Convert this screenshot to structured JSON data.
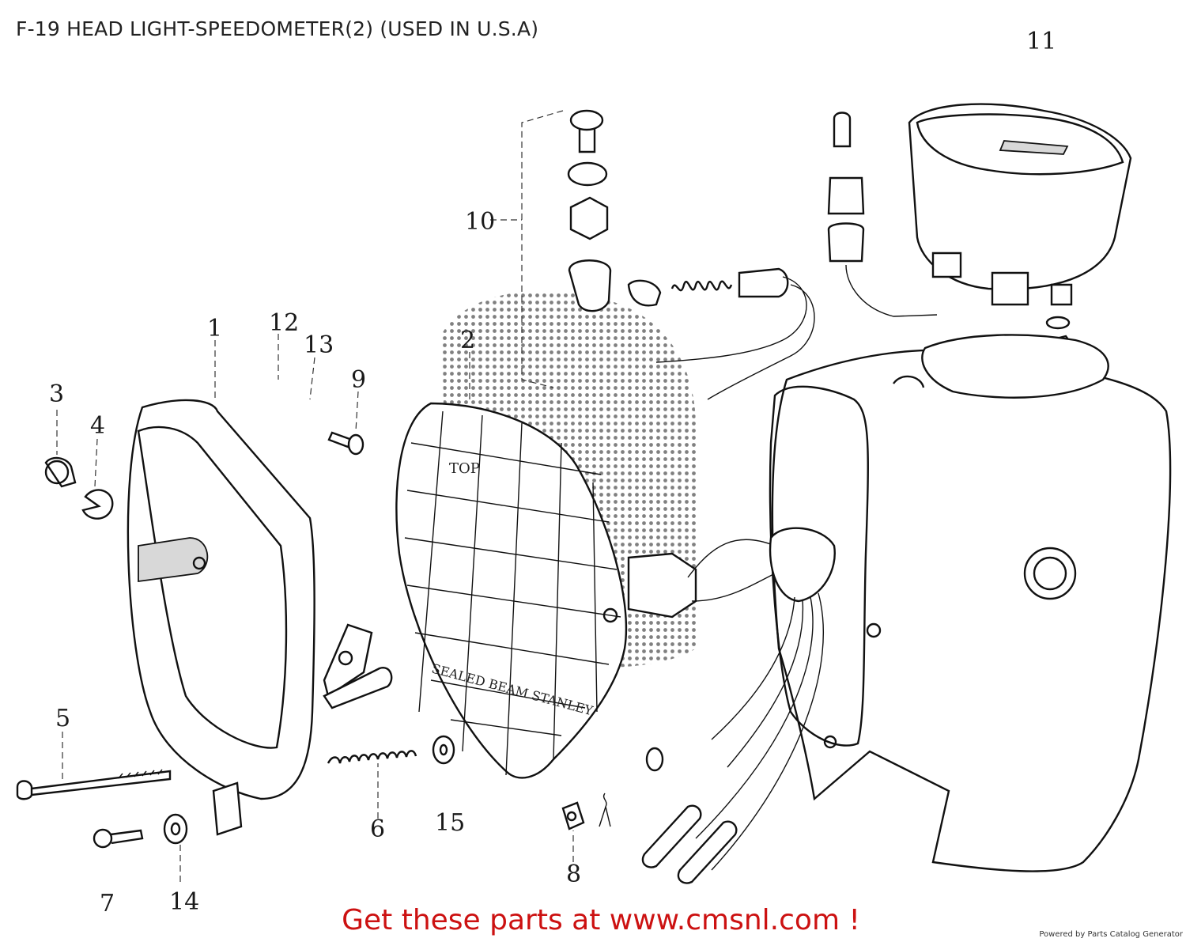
{
  "title": "F-19 HEAD LIGHT-SPEEDOMETER(2) (USED IN U.S.A)",
  "callouts": [
    "1",
    "2",
    "3",
    "4",
    "5",
    "6",
    "7",
    "8",
    "9",
    "10",
    "11",
    "12",
    "13",
    "14",
    "15"
  ],
  "cta_text": "Get these parts at www.cmsnl.com !",
  "powered_by": "Powered by Parts Catalog Generator",
  "lamp_marking": "SEALED BEAM STANLEY",
  "lamp_top": "TOP"
}
